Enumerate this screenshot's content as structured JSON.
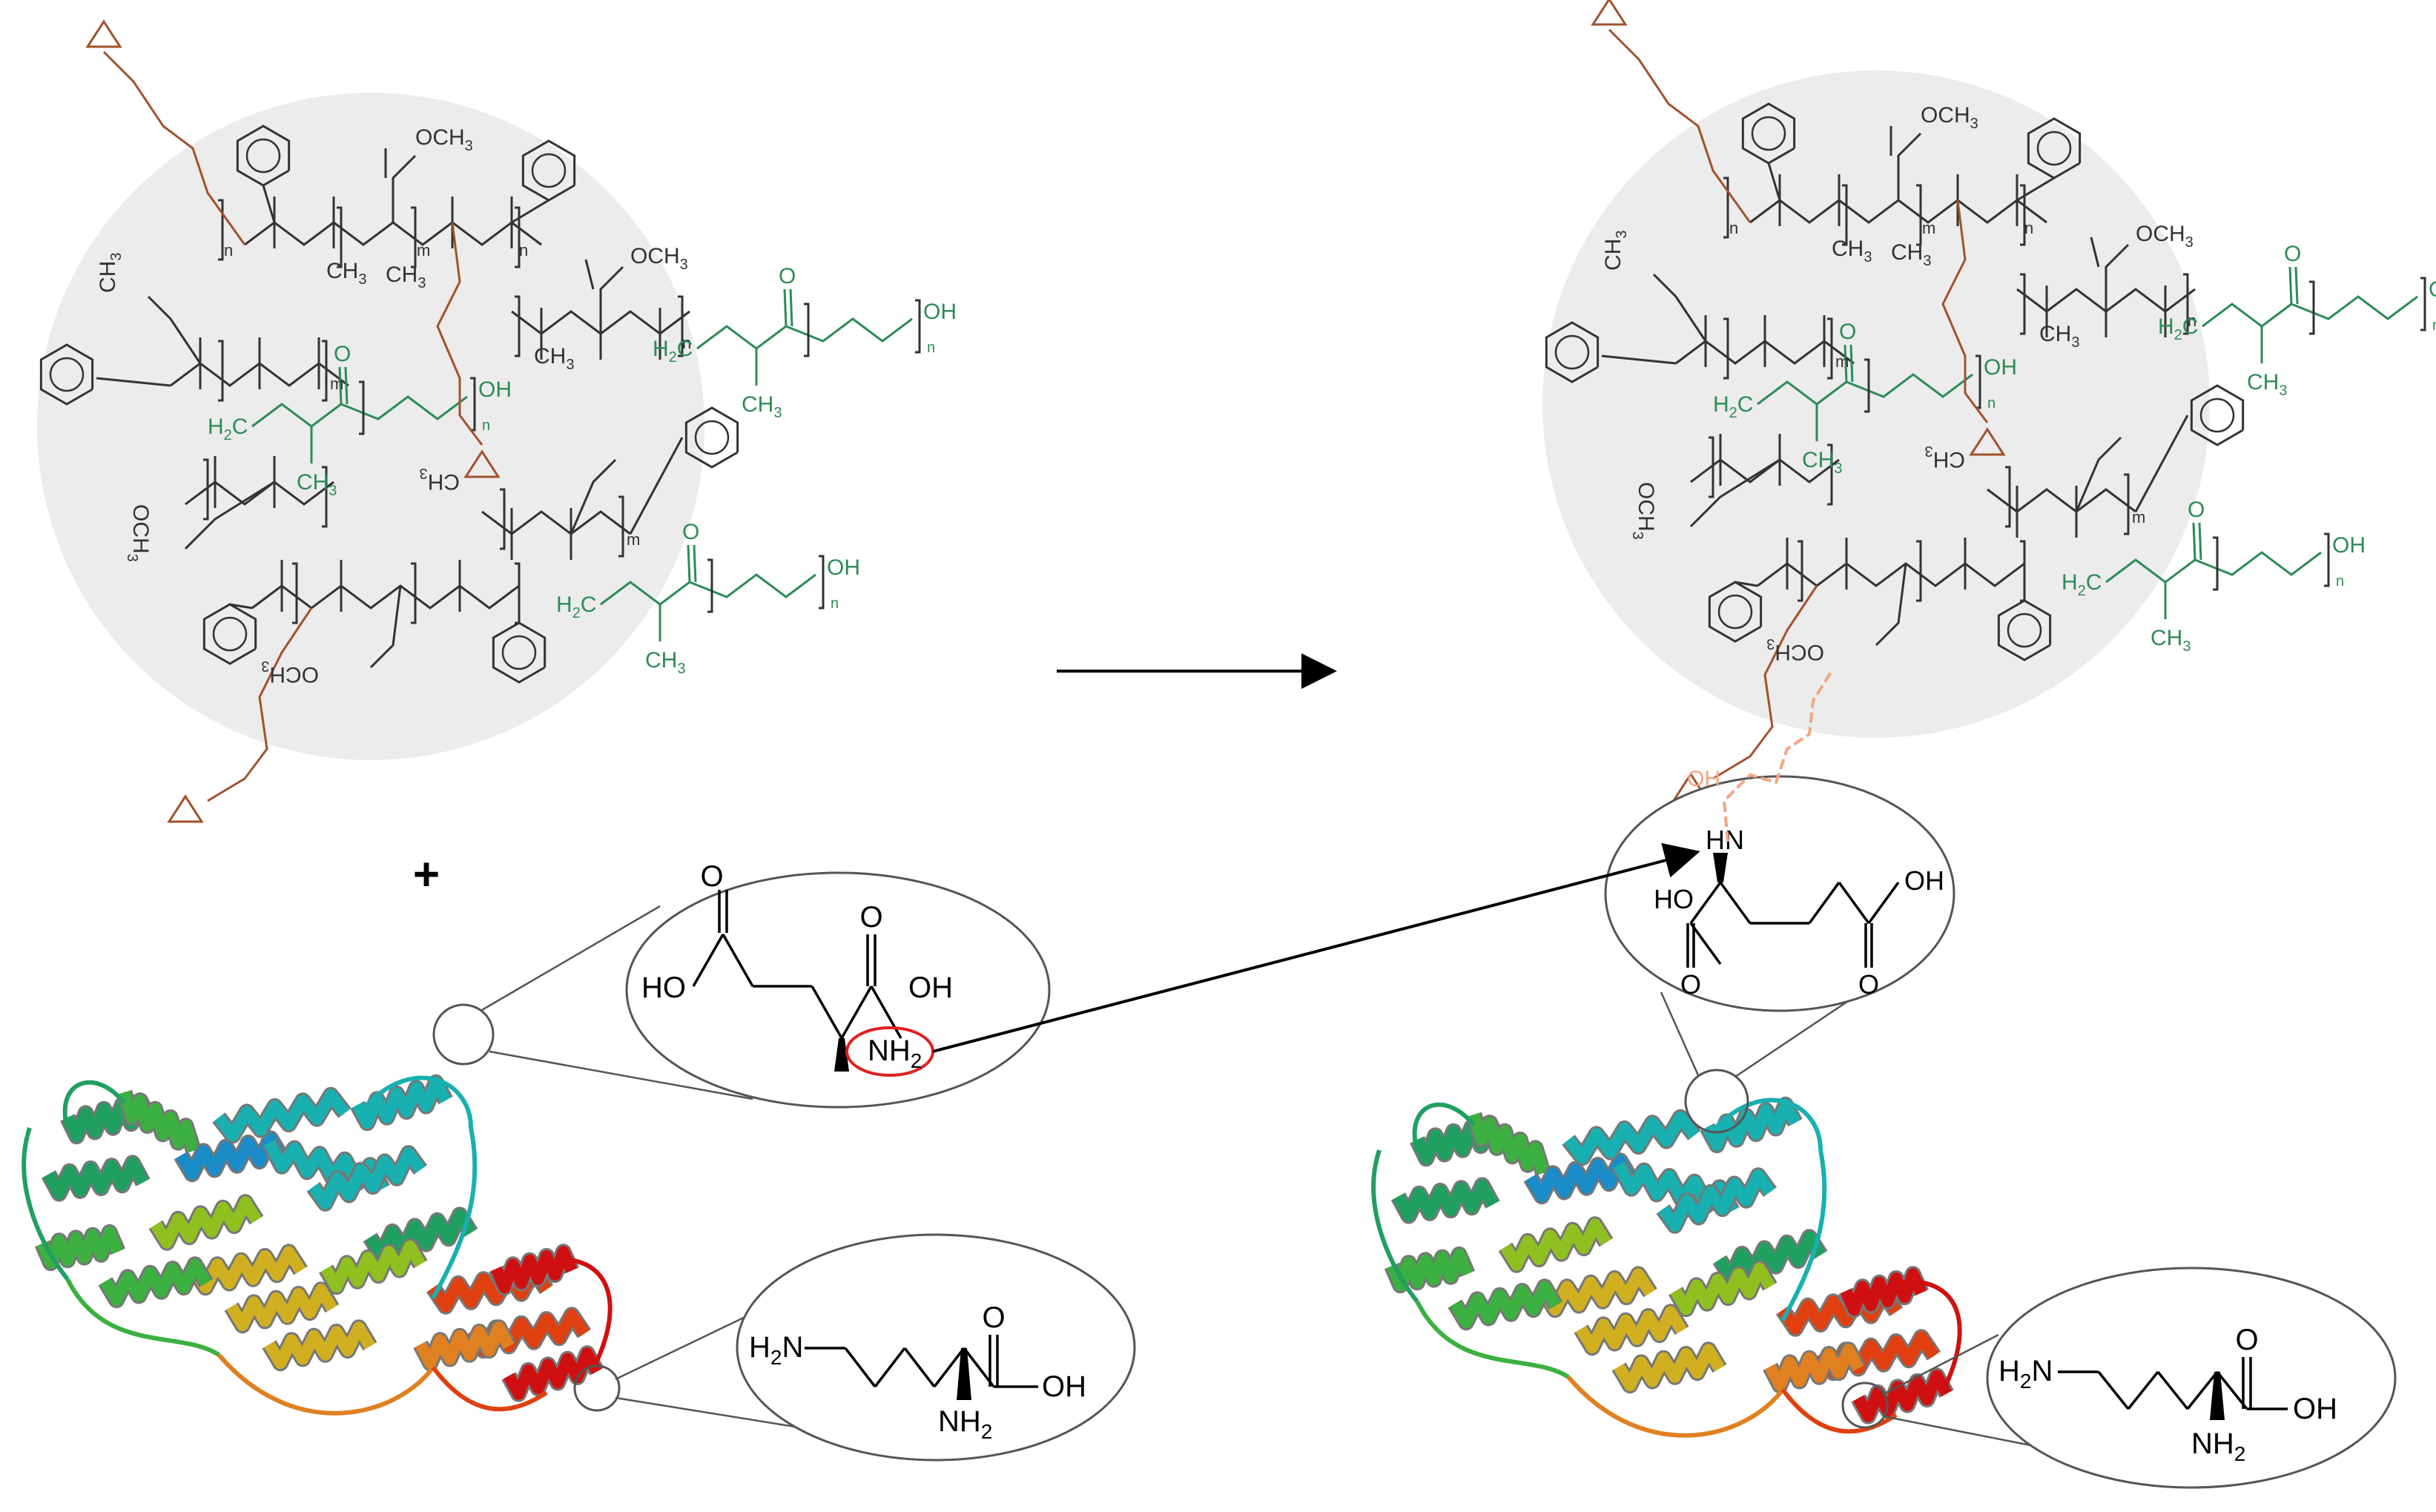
{
  "colors": {
    "backbone": "#333333",
    "epoxy": "#a0522d",
    "peg": "#2e8b57",
    "linker": "#f4a582",
    "particle": "#ececec",
    "highlight": "#e02020",
    "helix_palette": [
      "#1030c8",
      "#1a8cc8",
      "#18b0b0",
      "#20a060",
      "#3cb040",
      "#90c020",
      "#d0b020",
      "#e08020",
      "#e04010",
      "#d01010"
    ]
  },
  "plus_sign": "+",
  "left_particle": {
    "labels": [
      {
        "t": "OCH",
        "s": "3"
      },
      {
        "t": "CH",
        "s": "3"
      },
      {
        "t": "CH",
        "s": "3"
      },
      {
        "t": "CH",
        "s": "3"
      },
      {
        "t": "OCH",
        "s": "3"
      },
      {
        "t": "CH",
        "s": "3"
      },
      {
        "t": "OCH",
        "s": "3"
      },
      {
        "t": "CH",
        "s": "3"
      },
      {
        "t": "OCH",
        "s": "3"
      }
    ],
    "peg": [
      {
        "h": "H",
        "s": "2",
        "c": "C",
        "ch": "CH",
        "cs": "3",
        "o": "O",
        "oh": "OH",
        "n": "n"
      },
      {
        "h": "H",
        "s": "2",
        "c": "C",
        "ch": "CH",
        "cs": "3",
        "o": "O",
        "oh": "OH",
        "n": "n"
      },
      {
        "h": "H",
        "s": "2",
        "c": "C",
        "ch": "CH",
        "cs": "3",
        "o": "O",
        "oh": "OH",
        "n": "n"
      }
    ],
    "subscripts": [
      "m",
      "n",
      "n",
      "m",
      "n",
      "m"
    ]
  },
  "right_particle": {
    "labels": [
      {
        "t": "OCH",
        "s": "3"
      },
      {
        "t": "CH",
        "s": "3"
      },
      {
        "t": "CH",
        "s": "3"
      },
      {
        "t": "CH",
        "s": "3"
      },
      {
        "t": "OCH",
        "s": "3"
      },
      {
        "t": "CH",
        "s": "3"
      },
      {
        "t": "OCH",
        "s": "3"
      },
      {
        "t": "CH",
        "s": "3"
      },
      {
        "t": "OCH",
        "s": "3"
      }
    ],
    "peg": [
      {
        "h": "H",
        "s": "2",
        "c": "C",
        "ch": "CH",
        "cs": "3",
        "o": "O",
        "oh": "OH",
        "n": "n"
      },
      {
        "h": "H",
        "s": "2",
        "c": "C",
        "ch": "CH",
        "cs": "3",
        "o": "O",
        "oh": "OH",
        "n": "n"
      },
      {
        "h": "H",
        "s": "2",
        "c": "C",
        "ch": "CH",
        "cs": "3",
        "o": "O",
        "oh": "OH",
        "n": "n"
      }
    ],
    "subscripts": [
      "m",
      "n",
      "n",
      "m",
      "n",
      "m"
    ],
    "linker_oh": "OH"
  },
  "glutamate_left": {
    "ho_left": "HO",
    "oh_right": "OH",
    "nh": "NH",
    "nh_sub": "2"
  },
  "lysine_left": {
    "h2n": "H",
    "h2n_sub": "2",
    "h2n_n": "N",
    "oh": "OH",
    "nh": "NH",
    "nh_sub": "2"
  },
  "glutamate_right": {
    "hn": "HN",
    "ho": "HO",
    "oh": "OH"
  },
  "lysine_right": {
    "h2n": "H",
    "h2n_sub": "2",
    "h2n_n": "N",
    "oh": "OH",
    "nh": "NH",
    "nh_sub": "2"
  }
}
